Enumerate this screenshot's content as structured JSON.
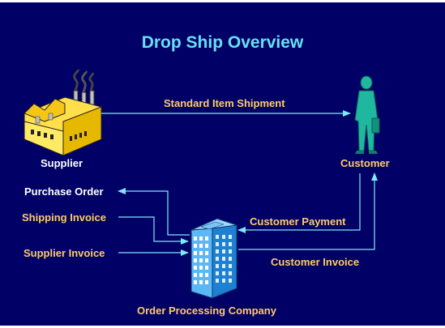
{
  "title": "Drop Ship Overview",
  "nodes": {
    "supplier": "Supplier",
    "customer": "Customer",
    "order_processing_company": "Order Processing Company"
  },
  "flows": {
    "standard_item_shipment": "Standard Item Shipment",
    "purchase_order": "Purchase Order",
    "shipping_invoice": "Shipping Invoice",
    "supplier_invoice": "Supplier Invoice",
    "customer_payment": "Customer Payment",
    "customer_invoice": "Customer Invoice"
  },
  "colors": {
    "background": "#000066",
    "title": "#66e0f2",
    "flow_label": "#ffcc66",
    "node_label": "#ffffff",
    "arrow": "#7fe8ff",
    "factory": "#ffe04a",
    "customer_figure": "#1fb7a0",
    "building": "#3fa6f0"
  },
  "icons": {
    "supplier": "factory-icon",
    "customer": "businessman-icon",
    "order_processing_company": "office-building-icon"
  }
}
